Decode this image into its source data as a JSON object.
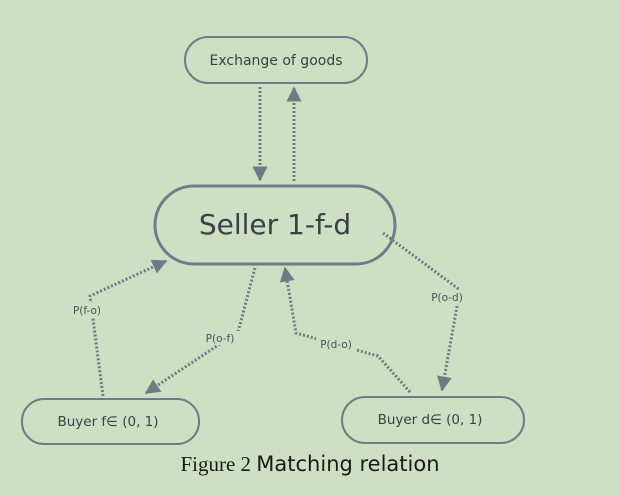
{
  "nodes": {
    "exchange": "Exchange of goods",
    "seller": "Seller 1-f-d",
    "buyer_f": "Buyer f∈ (0, 1)",
    "buyer_d": "Buyer d∈ (0, 1)"
  },
  "edges": {
    "f_to_o": "P(f-o)",
    "o_to_f": "P(o-f)",
    "d_to_o": "P(d-o)",
    "o_to_d": "P(o-d)"
  },
  "caption": {
    "figure": "Figure 2",
    "title": "Matching relation"
  },
  "colors": {
    "background": "#cfdfc4",
    "node_border": "#6d7c86",
    "edge": "#707a84"
  }
}
